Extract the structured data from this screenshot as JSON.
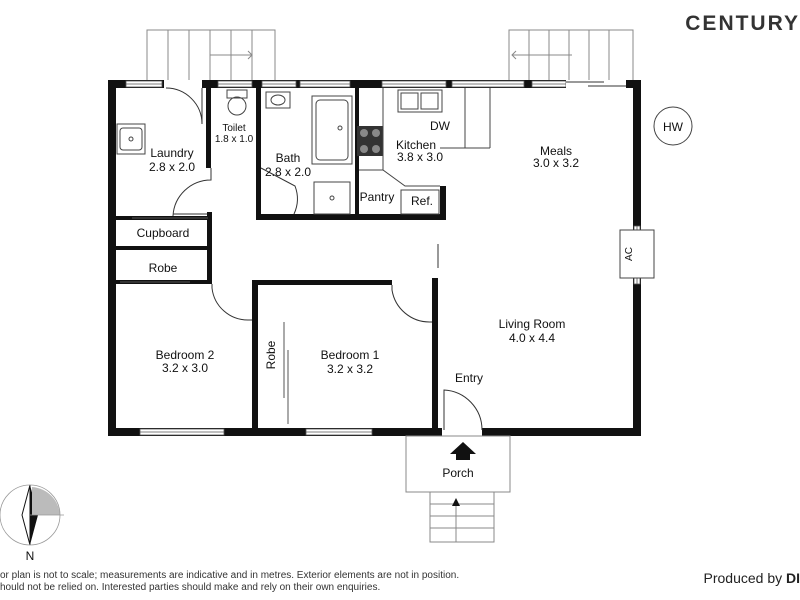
{
  "brand": {
    "name": "CENTURY",
    "produced_label": "Produced by",
    "produced_brand": "DI"
  },
  "rooms": {
    "laundry": {
      "name": "Laundry",
      "dims": "2.8 x 2.0"
    },
    "toilet": {
      "name": "Toilet",
      "dims": "1.8 x 1.0"
    },
    "bath": {
      "name": "Bath",
      "dims": "2.8 x 2.0"
    },
    "kitchen": {
      "name": "Kitchen",
      "dims": "3.8 x 3.0"
    },
    "meals": {
      "name": "Meals",
      "dims": "3.0 x 3.2"
    },
    "cupboard": {
      "name": "Cupboard"
    },
    "robe_upper": {
      "name": "Robe"
    },
    "robe_side": {
      "name": "Robe"
    },
    "bedroom2": {
      "name": "Bedroom 2",
      "dims": "3.2 x 3.0"
    },
    "bedroom1": {
      "name": "Bedroom 1",
      "dims": "3.2 x 3.2"
    },
    "living": {
      "name": "Living Room",
      "dims": "4.0 x 4.4"
    },
    "entry": {
      "name": "Entry"
    },
    "porch": {
      "name": "Porch"
    },
    "pantry": {
      "name": "Pantry"
    },
    "fridge": {
      "name": "Ref."
    },
    "dishwasher": {
      "name": "DW"
    },
    "hot_water": {
      "name": "HW"
    },
    "air_con": {
      "name": "AC"
    }
  },
  "compass": {
    "north_label": "N"
  },
  "disclaimer": {
    "line1": "or plan is not to scale; measurements are indicative and in metres. Exterior elements are not in position.",
    "line2": "hould not be relied on. Interested parties should make and rely on their own enquiries."
  }
}
